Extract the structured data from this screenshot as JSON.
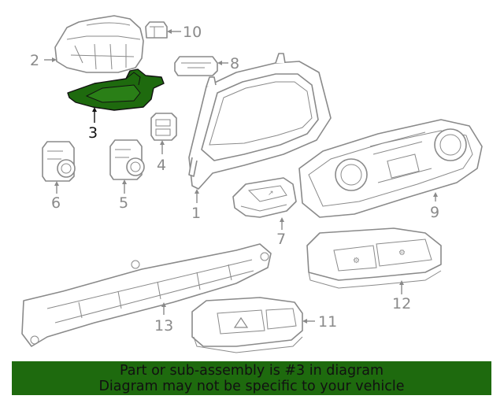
{
  "callouts": {
    "c1": "1",
    "c2": "2",
    "c3": "3",
    "c4": "4",
    "c5": "5",
    "c6": "6",
    "c7": "7",
    "c8": "8",
    "c9": "9",
    "c10": "10",
    "c11": "11",
    "c12": "12",
    "c13": "13"
  },
  "highlight": {
    "part": "3",
    "color": "#1e6a0e"
  },
  "banner": {
    "line1": "Part or sub-assembly is #3 in diagram",
    "line2": "Diagram may not be specific to your vehicle",
    "background": "#1e6a0e"
  }
}
